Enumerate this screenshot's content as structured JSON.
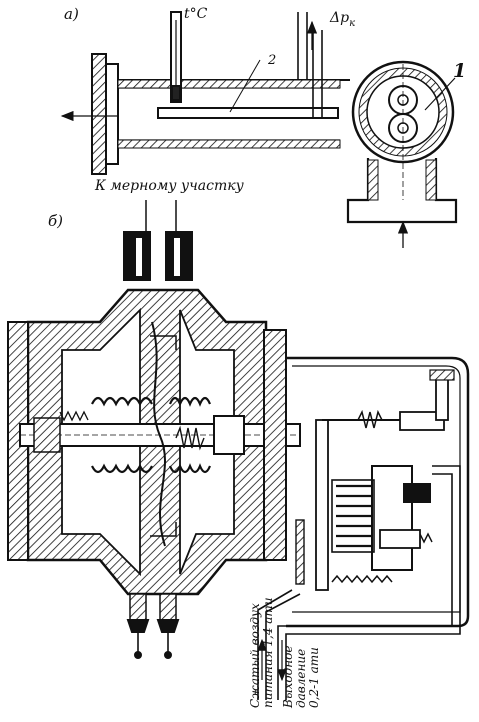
{
  "labels": {
    "part_a": "а)",
    "part_b": "б)",
    "temperature": "t°C",
    "pressure_main": "Δp",
    "pressure_sub": "к",
    "callout_2": "2",
    "callout_1": "1",
    "to_section": "К мерному участку"
  },
  "supply_air": {
    "line1": "Сжатый воздух",
    "line2": "питания 1,4 ати"
  },
  "output_pressure": {
    "line1": "Выходное",
    "line2": "давление",
    "line3": "0,2-1 ати"
  }
}
